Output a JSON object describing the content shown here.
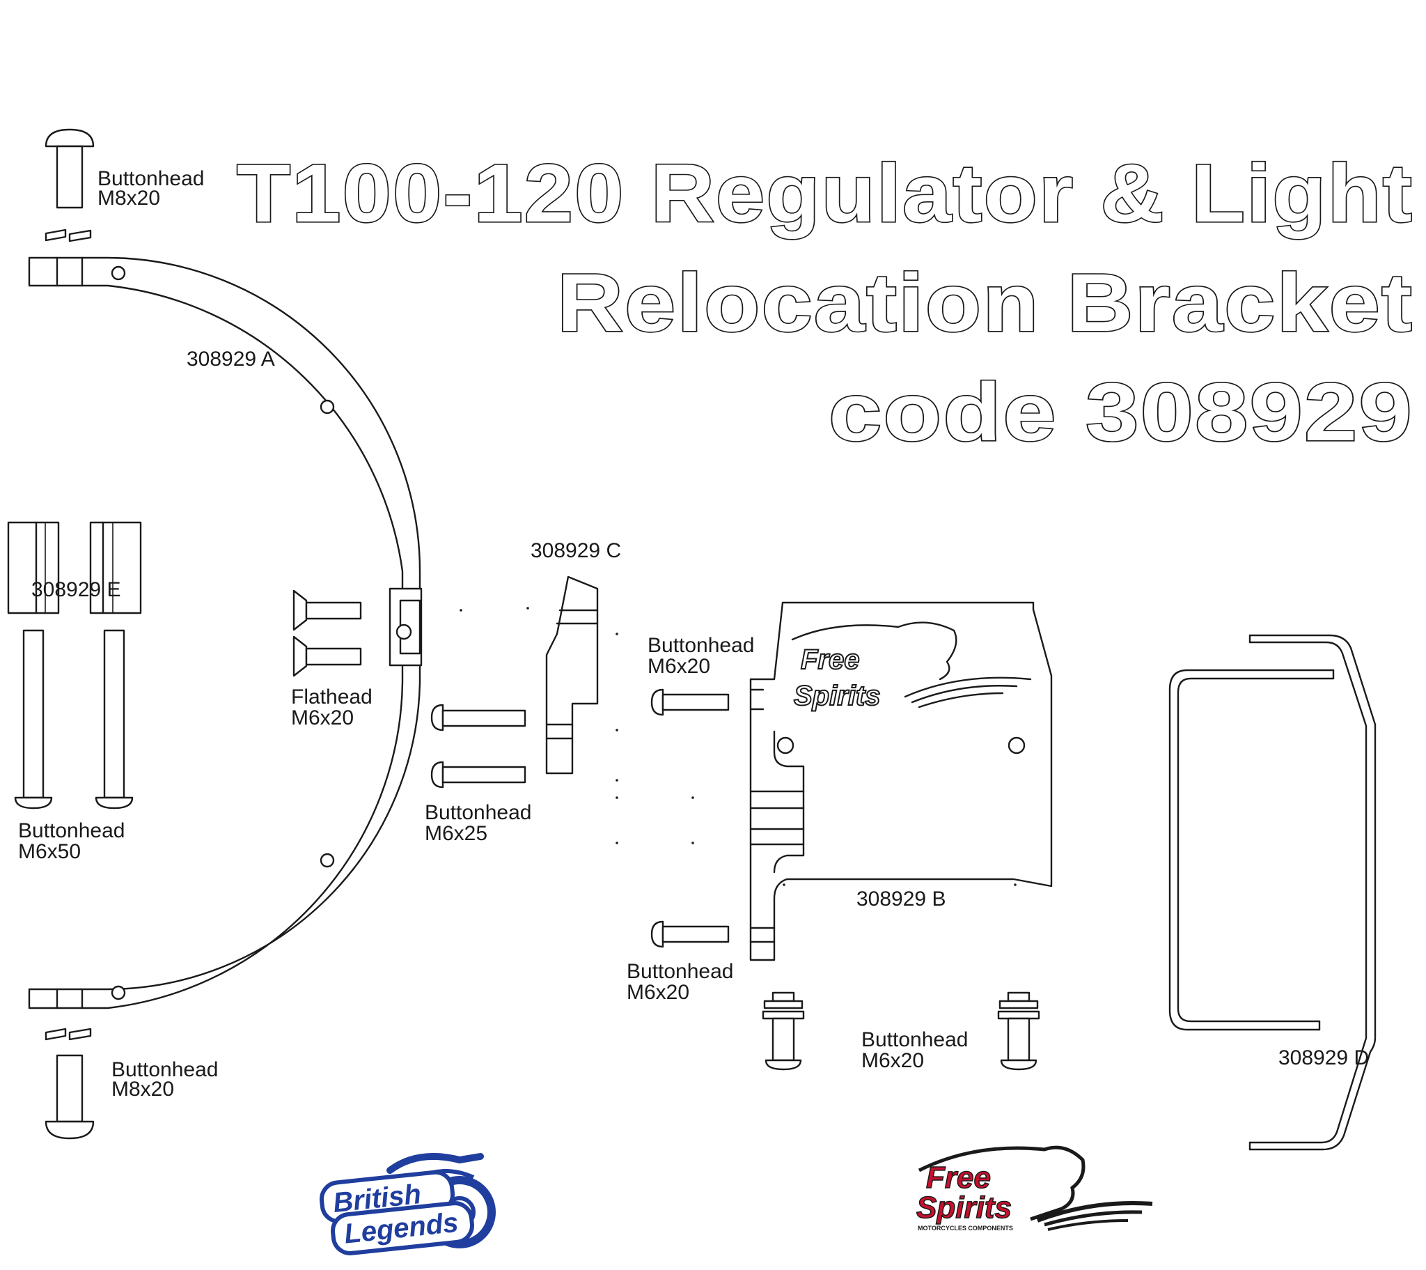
{
  "title": {
    "line1": "T100-120  Regulator & Light",
    "line2": "Relocation  Bracket",
    "line3": "code  308929"
  },
  "parts": {
    "a": "308929  A",
    "b": "308929  B",
    "c": "308929  C",
    "d": "308929  D",
    "e": "308929  E"
  },
  "hardware": {
    "top_left": {
      "type": "Buttonhead",
      "size": "M8x20"
    },
    "bottom_left": {
      "type": "Buttonhead",
      "size": "M8x20"
    },
    "long_bolts": {
      "type": "Buttonhead",
      "size": "M6x50"
    },
    "flathead": {
      "type": "Flathead",
      "size": "M6x20"
    },
    "mid_bolts": {
      "type": "Buttonhead",
      "size": "M6x25"
    },
    "plate_upper": {
      "type": "Buttonhead",
      "size": "M6x20"
    },
    "plate_lower": {
      "type": "Buttonhead",
      "size": "M6x20"
    },
    "vertical_pair": {
      "type": "Buttonhead",
      "size": "M6x20"
    }
  },
  "logos": {
    "plate_logo": {
      "line1": "Free",
      "line2": "Spirits"
    },
    "british_legends": {
      "line1": "British",
      "line2": "Legends"
    },
    "free_spirits": {
      "line1": "Free",
      "line2": "Spirits",
      "tagline": "MOTORCYCLES COMPONENTS"
    }
  },
  "colors": {
    "line": "#1a1a1a",
    "background": "#ffffff",
    "british_legends_blue": "#1f3e9e",
    "free_spirits_red": "#c8102e"
  }
}
